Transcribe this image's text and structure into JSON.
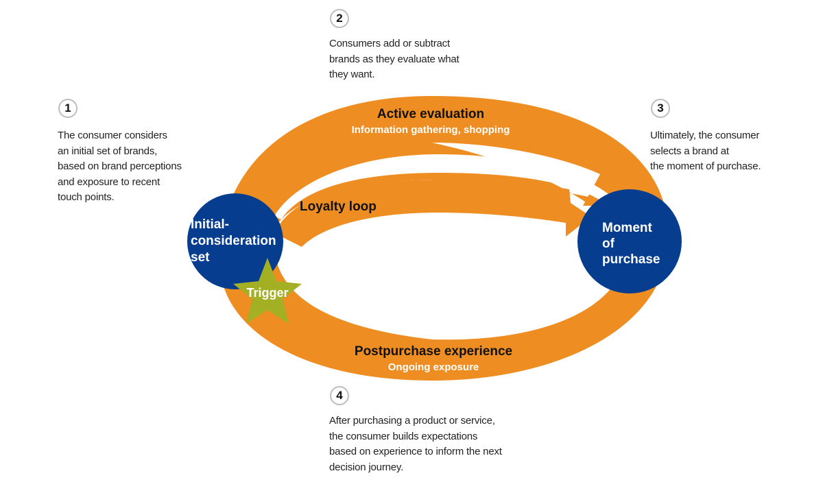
{
  "steps": [
    {
      "number": "1",
      "text": "The consumer considers\nan initial set of brands,\nbased on brand perceptions\nand exposure to recent\ntouch points."
    },
    {
      "number": "2",
      "text": "Consumers add or subtract\nbrands as they evaluate what\nthey want."
    },
    {
      "number": "3",
      "text": "Ultimately, the consumer\nselects a brand at\nthe moment of purchase."
    },
    {
      "number": "4",
      "text": "After purchasing a product or service,\nthe consumer builds expectations\nbased on experience to inform the next\ndecision journey."
    }
  ],
  "nodes": {
    "initial": [
      "Initial-",
      "consideration",
      "set"
    ],
    "moment": [
      "Moment",
      "of",
      "purchase"
    ],
    "trigger": "Trigger"
  },
  "arcs": {
    "active_title": "Active evaluation",
    "active_subtitle": "Information gathering, shopping",
    "loyalty": "Loyalty loop",
    "post_title": "Postpurchase experience",
    "post_subtitle": "Ongoing exposure"
  },
  "colors": {
    "orange": "#EE8E22",
    "blue": "#063D8F",
    "green": "#A3B023",
    "subtitle_text": "#FFFFFF",
    "badge_border": "#BDBDBD"
  }
}
